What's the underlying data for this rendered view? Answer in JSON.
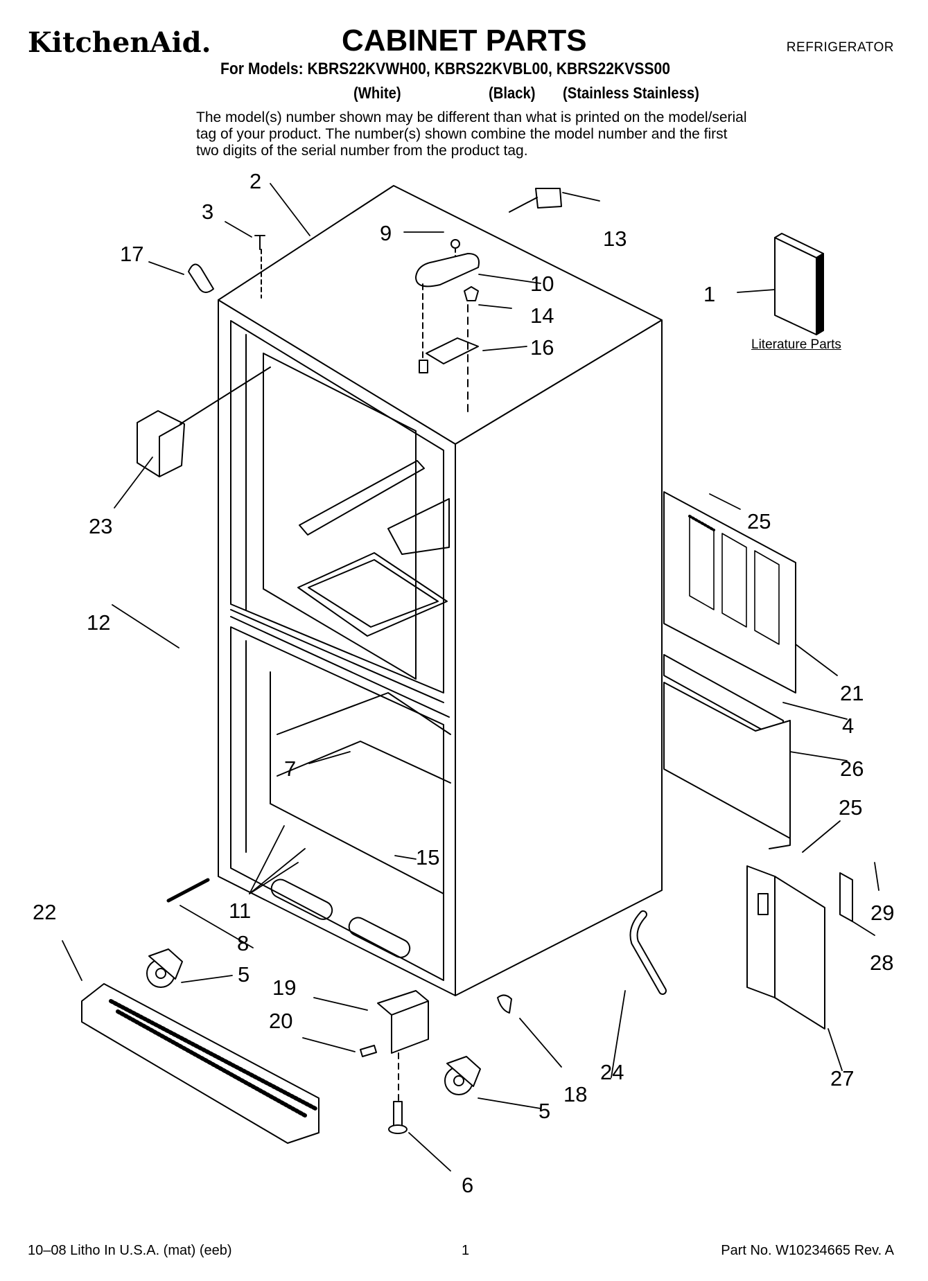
{
  "header": {
    "brand": "KitchenAid.",
    "title": "CABINET PARTS",
    "category": "REFRIGERATOR",
    "models_line": "For Models: KBRS22KVWH00, KBRS22KVBL00, KBRS22KVSS00",
    "colors": [
      "(White)",
      "(Black)",
      "(Stainless Stainless)"
    ],
    "disclaimer": "The model(s) number shown may be different than what is printed on the model/serial tag of your product. The number(s) shown combine the model number and the first two digits of the serial number from the product tag."
  },
  "diagram": {
    "literature_label": "Literature Parts",
    "callouts": [
      "1",
      "2",
      "3",
      "4",
      "5",
      "5",
      "6",
      "7",
      "8",
      "9",
      "10",
      "11",
      "12",
      "13",
      "14",
      "15",
      "16",
      "17",
      "18",
      "19",
      "20",
      "21",
      "22",
      "23",
      "24",
      "25",
      "25",
      "26",
      "27",
      "28",
      "29"
    ]
  },
  "footer": {
    "left": "10–08 Litho In U.S.A. (mat) (eeb)",
    "page": "1",
    "right": "Part No. W10234665 Rev. A"
  }
}
